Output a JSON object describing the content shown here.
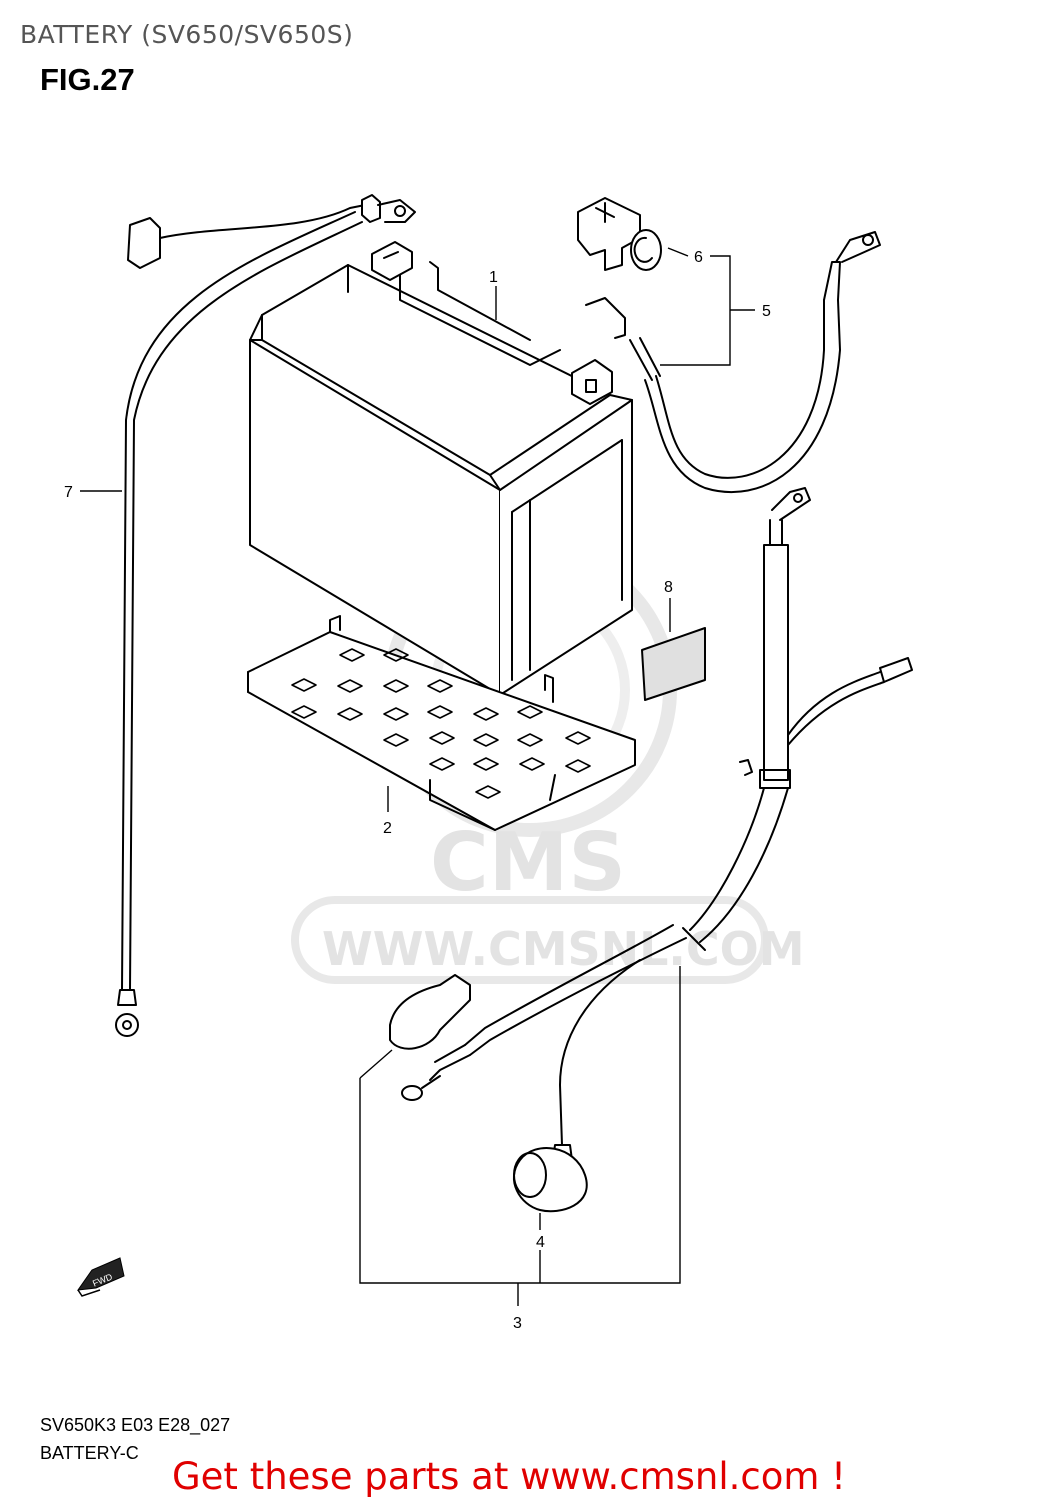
{
  "header": {
    "title": "BATTERY (SV650/SV650S)",
    "figure": "FIG.27"
  },
  "watermark": {
    "brand": "CMS",
    "url": "WWW.CMSNL.COM",
    "color": "#e3e3e3"
  },
  "callouts": {
    "c1": "1",
    "c2": "2",
    "c3": "3",
    "c4": "4",
    "c5": "5",
    "c6": "6",
    "c7": "7",
    "c8": "8"
  },
  "fwd_marker": "FWD",
  "footer": {
    "code": "SV650K3 E03 E28_027",
    "name": "BATTERY-C",
    "cta": "Get these parts at www.cmsnl.com !",
    "cta_color": "#e00000"
  }
}
